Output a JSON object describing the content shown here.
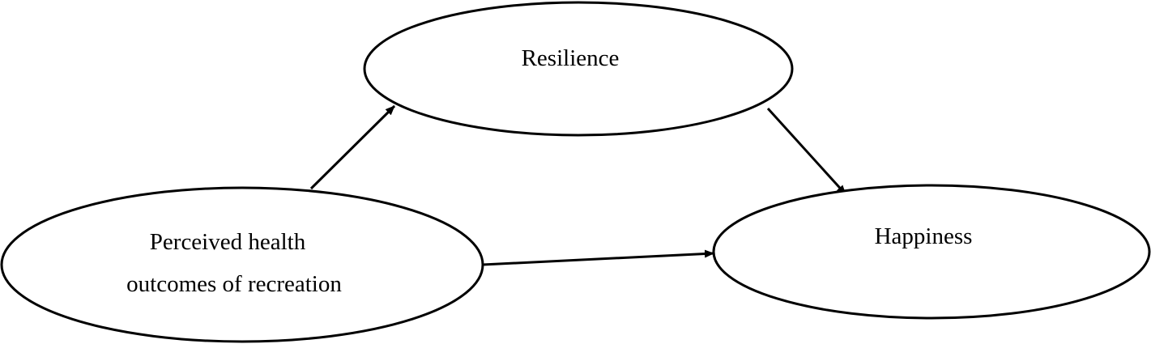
{
  "nodes": {
    "resilience": {
      "label": "Resilience"
    },
    "predictor": {
      "lines": [
        "Perceived health",
        "outcomes of recreation"
      ]
    },
    "happiness": {
      "label": "Happiness"
    }
  },
  "edges": [
    {
      "from": "predictor",
      "to": "resilience"
    },
    {
      "from": "resilience",
      "to": "happiness"
    },
    {
      "from": "predictor",
      "to": "happiness"
    }
  ],
  "colors": {
    "stroke": "#000000",
    "fill": "#ffffff"
  }
}
